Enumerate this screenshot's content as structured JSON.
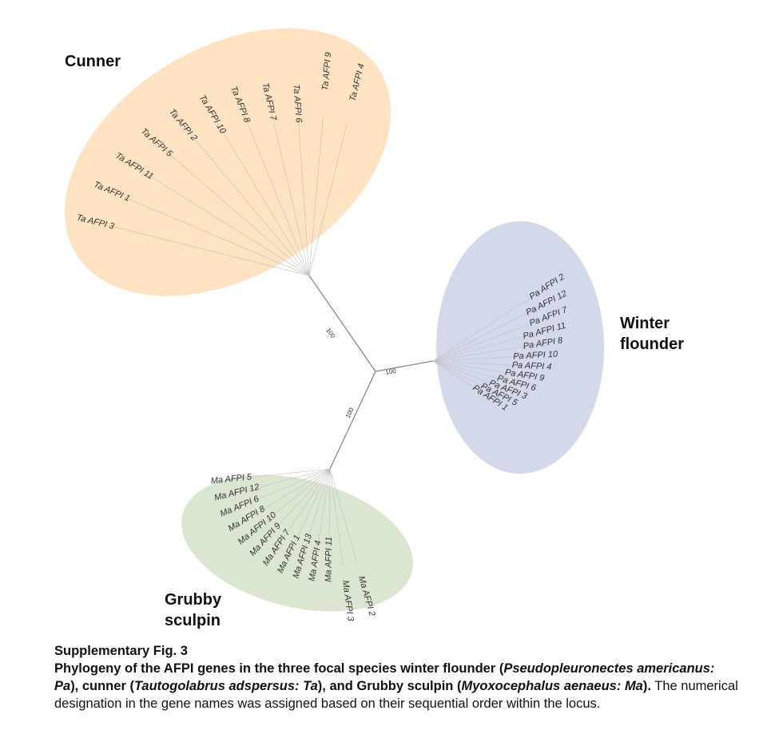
{
  "tree": {
    "bootstrap": "100",
    "groups": [
      {
        "id": "cunner",
        "label_lines": [
          "Cunner"
        ],
        "color": "#fde3c1",
        "leaves": [
          "Ta AFPI 4",
          "Ta AFPI 9",
          "Ta AFPI 6",
          "Ta AFPI 7",
          "Ta AFPI 8",
          "Ta AFPI 10",
          "Ta AFPI 2",
          "Ta AFPI 5",
          "Ta AFPI 11",
          "Ta AFPI 1",
          "Ta AFPI 3"
        ]
      },
      {
        "id": "winter-flounder",
        "label_lines": [
          "Winter",
          "flounder"
        ],
        "color": "#d3d9ea",
        "leaves": [
          "Pa AFPI 2",
          "Pa AFPI 12",
          "Pa AFPI 7",
          "Pa AFPI 11",
          "Pa AFPI 8",
          "Pa AFPI 10",
          "Pa AFPI 4",
          "Pa AFPI 9",
          "Pa AFPI 6",
          "Pa AFPI 3",
          "Pa AFPI 5",
          "Pa AFPI 1"
        ]
      },
      {
        "id": "grubby-sculpin",
        "label_lines": [
          "Grubby",
          "sculpin"
        ],
        "color": "#dbe6d1",
        "leaves": [
          "Ma AFPI 2",
          "Ma AFPI 3",
          "Ma AFPI 11",
          "Ma AFPI 4",
          "Ma AFPI 13",
          "Ma AFPI 1",
          "Ma AFPI 7",
          "Ma AFPI 9",
          "Ma AFPI 10",
          "Ma AFPI 8",
          "Ma AFPI 6",
          "Ma AFPI 12",
          "Ma AFPI 5"
        ]
      }
    ]
  },
  "caption": {
    "figure_label": "Supplementary Fig. 3",
    "parts": [
      {
        "text": "Phylogeny of the AFPI genes in the three focal species winter flounder (",
        "style": "bold"
      },
      {
        "text": "Pseudopleuronectes americanus: Pa",
        "style": "bold-italic"
      },
      {
        "text": "), cunner (",
        "style": "bold"
      },
      {
        "text": "Tautogolabrus adspersus: Ta",
        "style": "bold-italic"
      },
      {
        "text": "), and Grubby sculpin (",
        "style": "bold"
      },
      {
        "text": "Myoxocephalus aenaeus: Ma",
        "style": "bold-italic"
      },
      {
        "text": ").",
        "style": "bold"
      },
      {
        "text": " The numerical designation in the gene names was assigned based on their sequential order within the locus.",
        "style": "normal"
      }
    ]
  }
}
